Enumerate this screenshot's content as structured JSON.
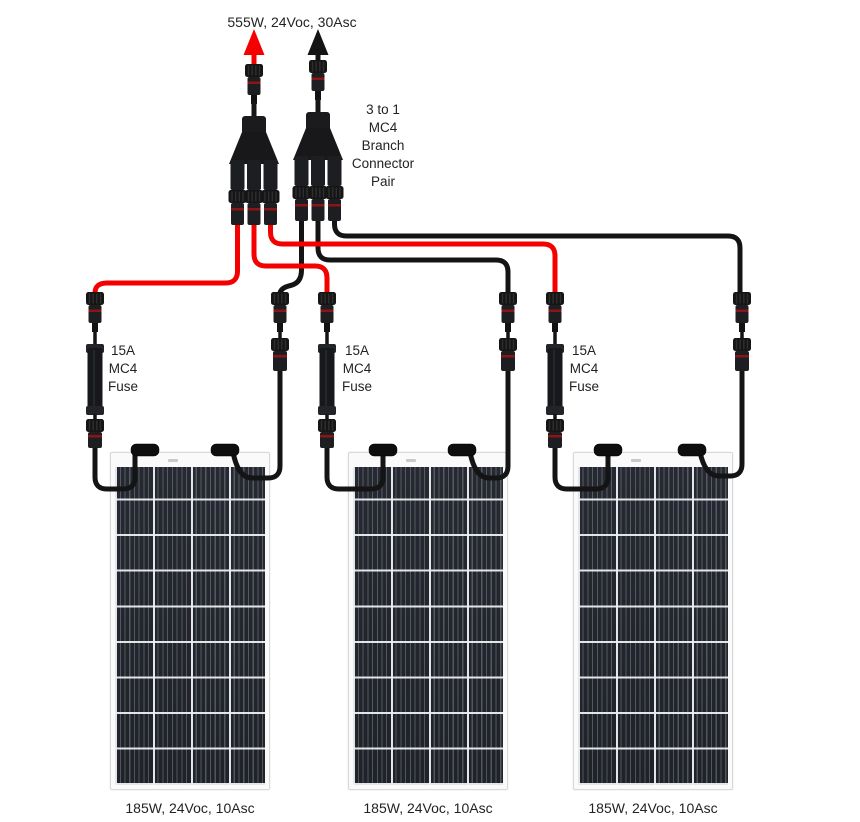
{
  "diagram": {
    "array_output_label": "555W, 24Voc, 30Asc",
    "branch_connector_label": "3 to 1\nMC4\nBranch\nConnector\nPair",
    "fuses": [
      {
        "label": "15A\nMC4\nFuse"
      },
      {
        "label": "15A\nMC4\nFuse"
      },
      {
        "label": "15A\nMC4\nFuse"
      }
    ],
    "panels": [
      {
        "rating_label": "185W, 24Voc, 10Asc"
      },
      {
        "rating_label": "185W, 24Voc, 10Asc"
      },
      {
        "rating_label": "185W, 24Voc, 10Asc"
      }
    ],
    "colors": {
      "positive_wire": "#f40000",
      "negative_wire": "#141414",
      "label_text": "#232323",
      "background": "#ffffff"
    }
  }
}
